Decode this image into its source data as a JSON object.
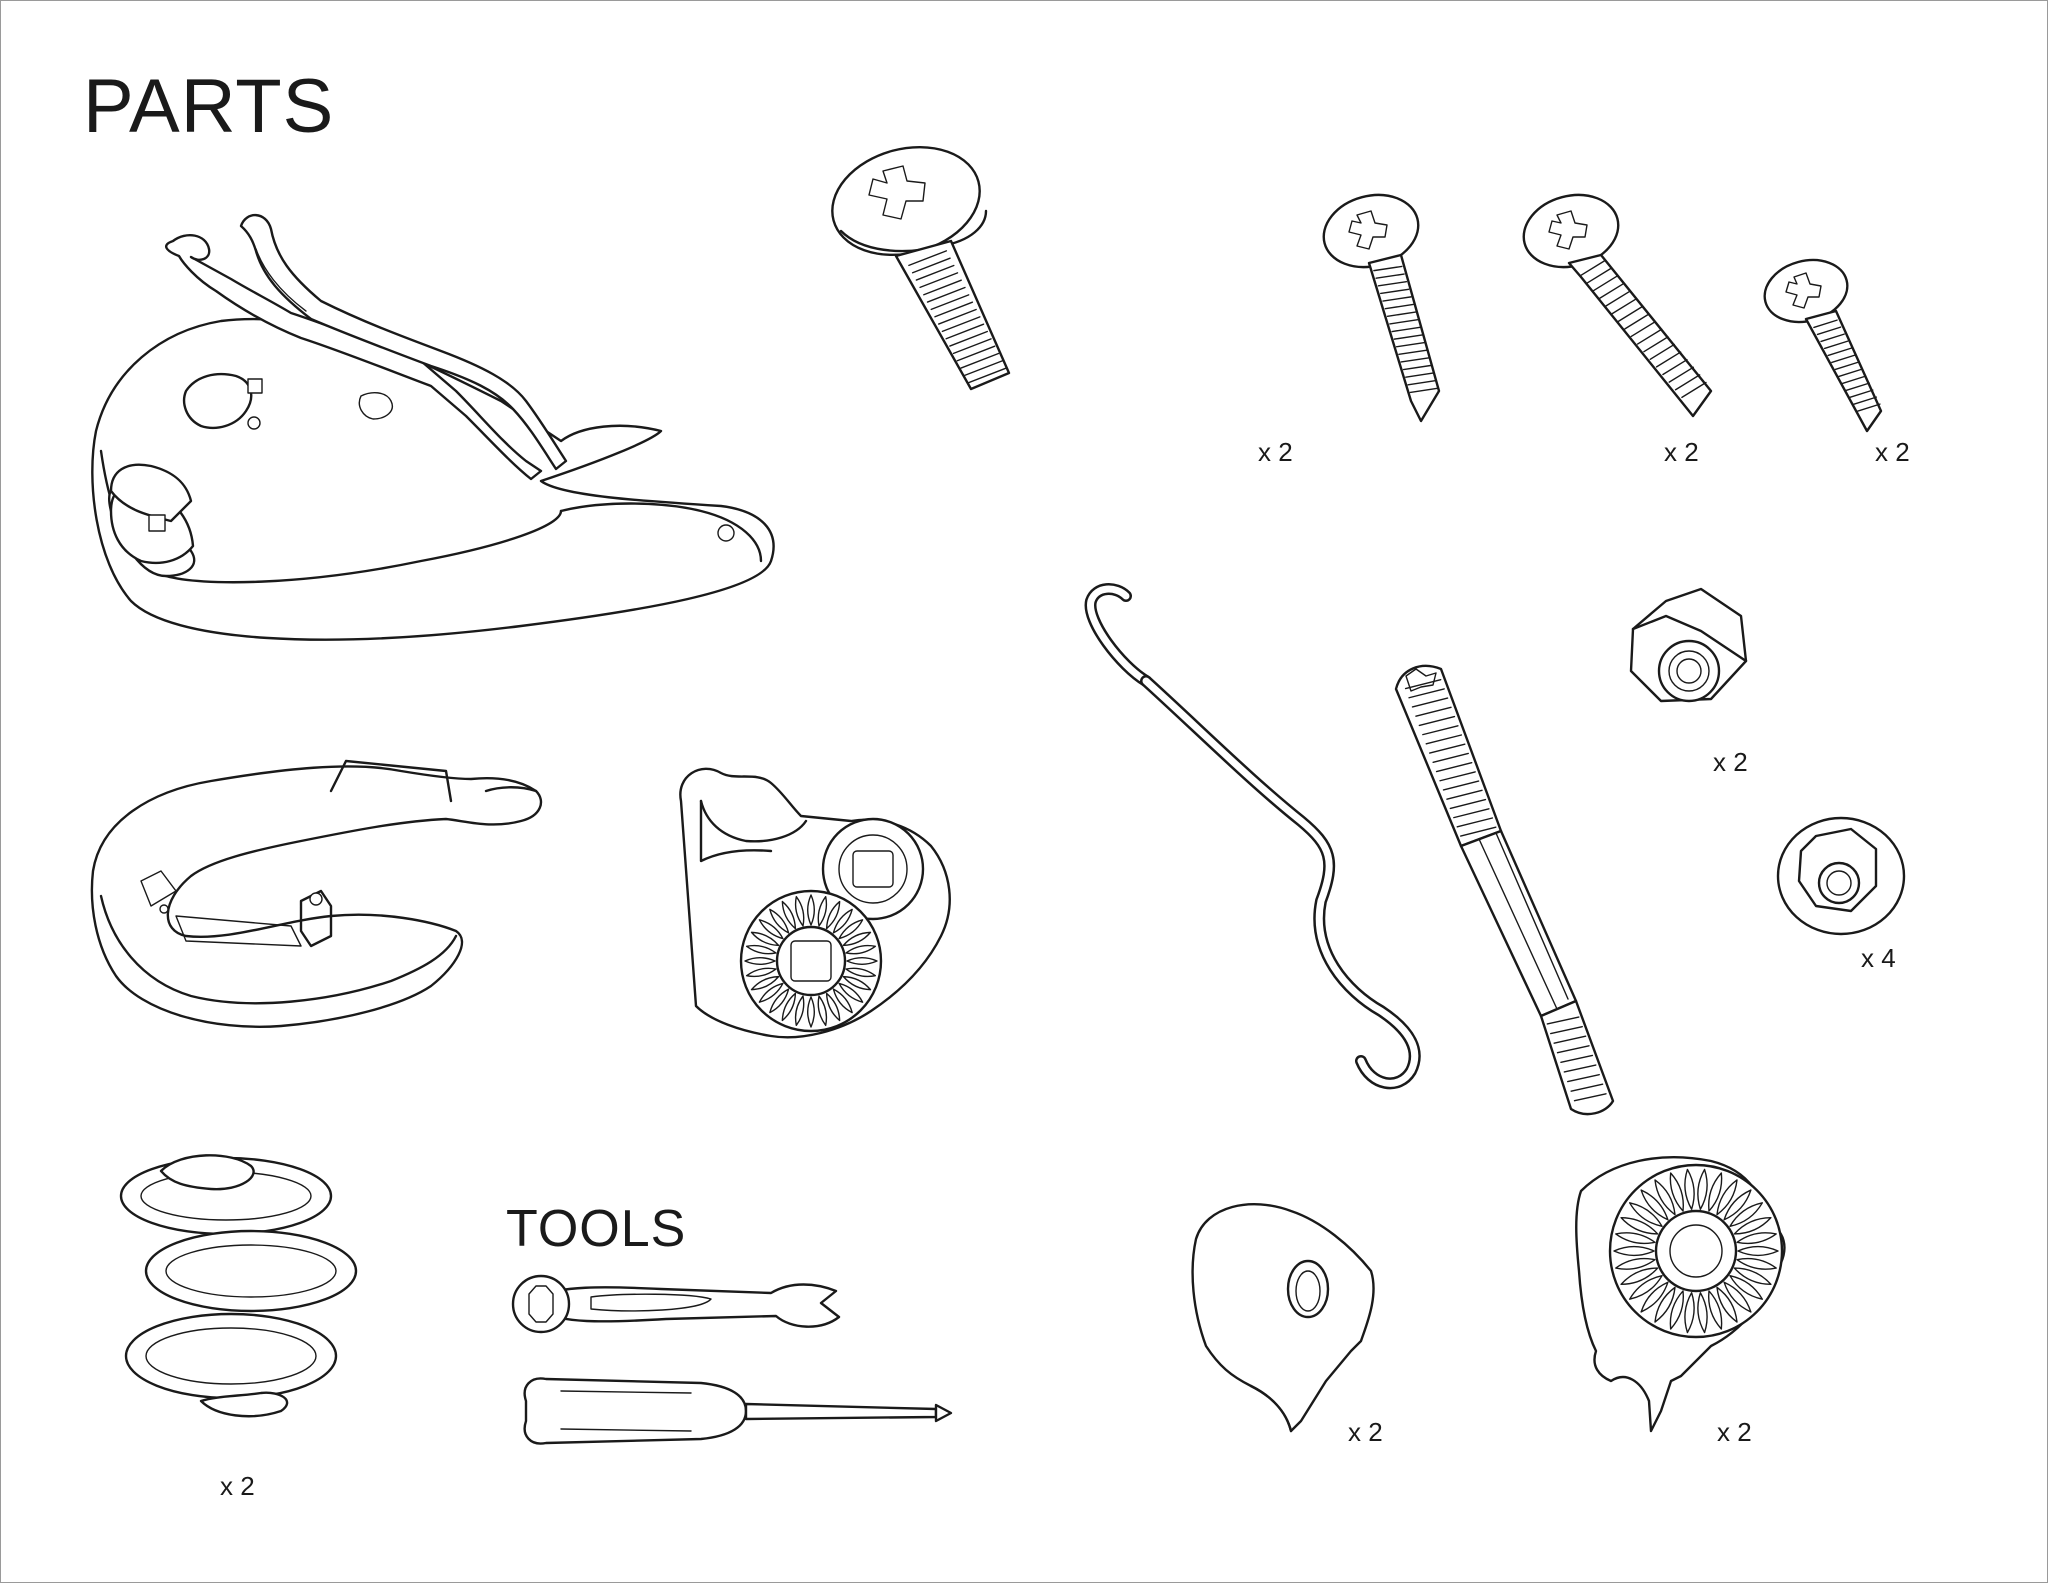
{
  "headings": {
    "parts": "PARTS",
    "tools": "TOOLS"
  },
  "quantities": {
    "large_screw": "x 2",
    "medium_screw": "x 2",
    "small_screw": "x 2",
    "hex_nut": "x 2",
    "flange_nut": "x 4",
    "spring": "x 2",
    "small_clamp": "x 2",
    "toothed_clamp": "x 2"
  },
  "icons": [
    "saddle-icon",
    "saddle-base-icon",
    "seat-clamp-icon",
    "large-screw-icon",
    "medium-screw-icon",
    "medium-screw-2-icon",
    "small-screw-icon",
    "rail-wire-icon",
    "stud-bolt-icon",
    "hex-nut-icon",
    "flange-nut-icon",
    "coil-spring-icon",
    "wrench-icon",
    "screwdriver-icon",
    "small-clamp-icon",
    "toothed-clamp-icon"
  ]
}
